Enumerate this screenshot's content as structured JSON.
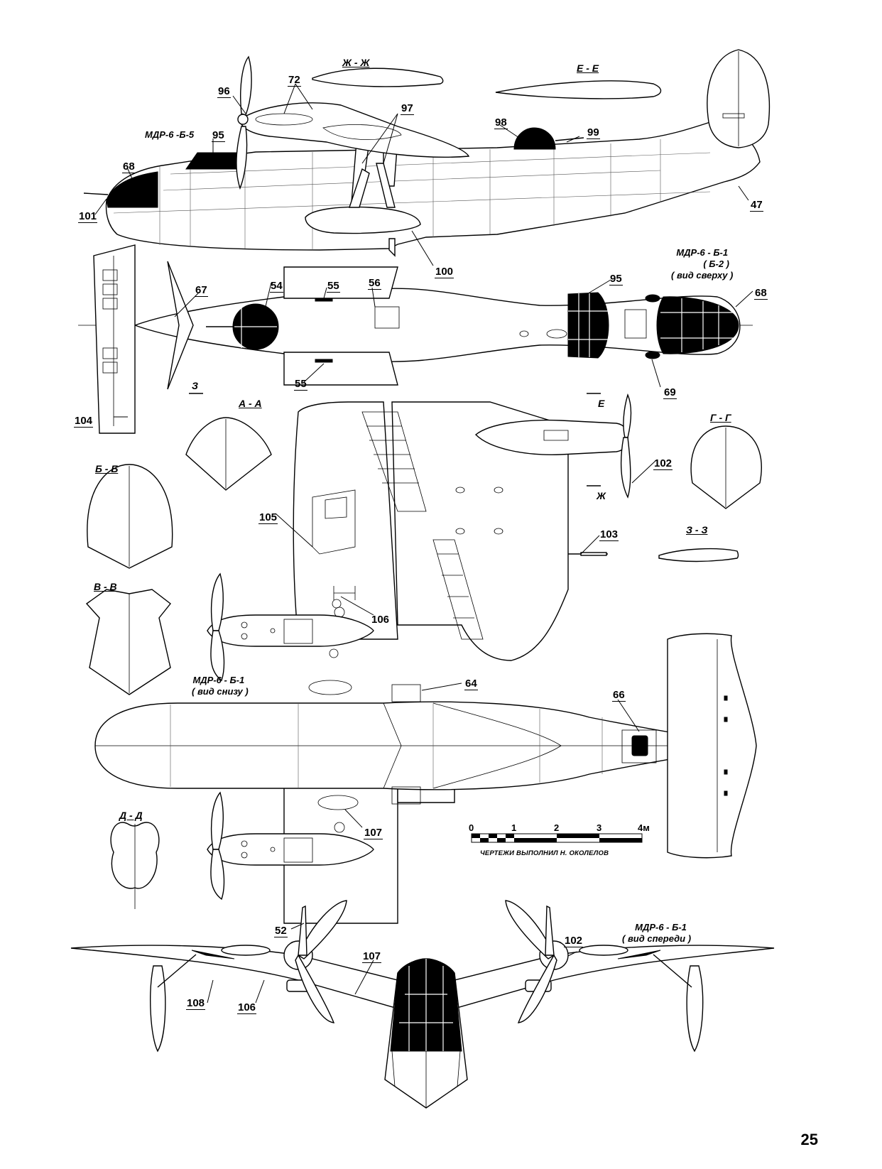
{
  "views": {
    "side_title": "МДР-6 -Б-5",
    "top_title": [
      "МДР-6 - Б-1",
      "( Б-2 )",
      "( вид сверху )"
    ],
    "bottom_title": [
      "МДР-6 - Б-1",
      "( вид снизу )"
    ],
    "front_title": [
      "МДР-6 - Б-1",
      "( вид спереди )"
    ]
  },
  "sections": {
    "zh": "Ж - Ж",
    "e": "Е - Е",
    "a": "А - А",
    "b": "Б - Б",
    "v": "В - В",
    "g": "Г - Г",
    "z": "З - З",
    "d": "Д - Д"
  },
  "cut_marks": {
    "z": "З",
    "e": "Е",
    "zh": "Ж"
  },
  "callouts": {
    "c96": "96",
    "c72": "72",
    "c97": "97",
    "c98": "98",
    "c99": "99",
    "c95a": "95",
    "c68a": "68",
    "c101": "101",
    "c47": "47",
    "c100": "100",
    "c67": "67",
    "c54": "54",
    "c55a": "55",
    "c56": "56",
    "c95b": "95",
    "c68b": "68",
    "c55b": "55",
    "c69": "69",
    "c104": "104",
    "c102a": "102",
    "c105": "105",
    "c103": "103",
    "c106a": "106",
    "c64": "64",
    "c66": "66",
    "c107a": "107",
    "c52": "52",
    "c107b": "107",
    "c102b": "102",
    "c108": "108",
    "c106b": "106"
  },
  "scale": {
    "ticks": [
      "0",
      "1",
      "2",
      "3",
      "4м"
    ]
  },
  "credit": "ЧЕРТЕЖИ ВЫПОЛНИЛ Н. ОКОЛЕЛОВ",
  "page_number": "25"
}
